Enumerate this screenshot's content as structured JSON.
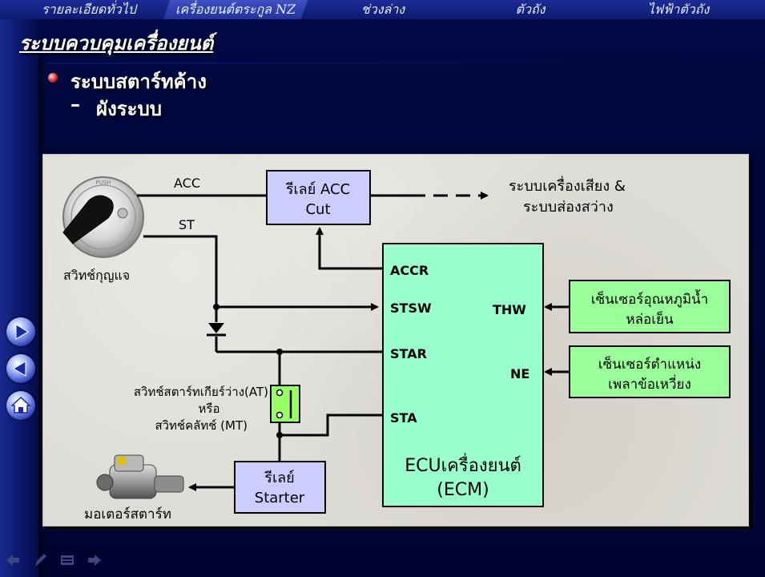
{
  "nav": {
    "items": [
      {
        "label": "รายละเอียดทั่วไป",
        "active": false
      },
      {
        "label": "เครื่องยนต์ตระกูล NZ",
        "active": true
      },
      {
        "label": "ช่วงล่าง",
        "active": false
      },
      {
        "label": "ตัวถัง",
        "active": false
      },
      {
        "label": "ไฟฟ้าตัวถัง",
        "active": false
      }
    ]
  },
  "page": {
    "title": "ระบบควบคุมเครื่องยนต์",
    "heading": "ระบบสตาร์ทค้าง",
    "subheading_dash": "–",
    "subheading": "ผังระบบ"
  },
  "diagram": {
    "labels": {
      "acc": "ACC",
      "st": "ST",
      "key_switch": "สวิทช์กุญแจ",
      "acc_relay_line1": "รีเลย์ ACC",
      "acc_relay_line2": "Cut",
      "audio_line1": "ระบบเครื่องเสียง &",
      "audio_line2": "ระบบส่องสว่าง",
      "accr": "ACCR",
      "stsw": "STSW",
      "star": "STAR",
      "sta": "STA",
      "thw": "THW",
      "ne": "NE",
      "ecu_line1": "ECUเครื่องยนต์",
      "ecu_line2": "(ECM)",
      "coolant_line1": "เซ็นเซอร์อุณหภูมิน้ำ",
      "coolant_line2": "หล่อเย็น",
      "crank_line1": "เซ็นเซอร์ตำแหน่ง",
      "crank_line2": "เพลาข้อเหวี่ยง",
      "neutral_line1": "สวิทช์สตาร์ทเกียร์ว่าง(AT)",
      "neutral_line2": "หรือ",
      "neutral_line3": "สวิทช์คลัทช์ (MT)",
      "starter_relay_line1": "รีเลย์",
      "starter_relay_line2": "Starter",
      "starter_motor": "มอเตอร์สตาร์ท",
      "key_push": "PUSH"
    },
    "colors": {
      "relay_fill": "#ccccff",
      "ecu_fill": "#99ffcc",
      "sensor_fill": "#99ff99",
      "switch_fill": "#99ff66",
      "wire": "#000000"
    }
  },
  "icons": {
    "next": "arrow-right-icon",
    "back": "arrow-left-icon",
    "home": "home-icon"
  }
}
